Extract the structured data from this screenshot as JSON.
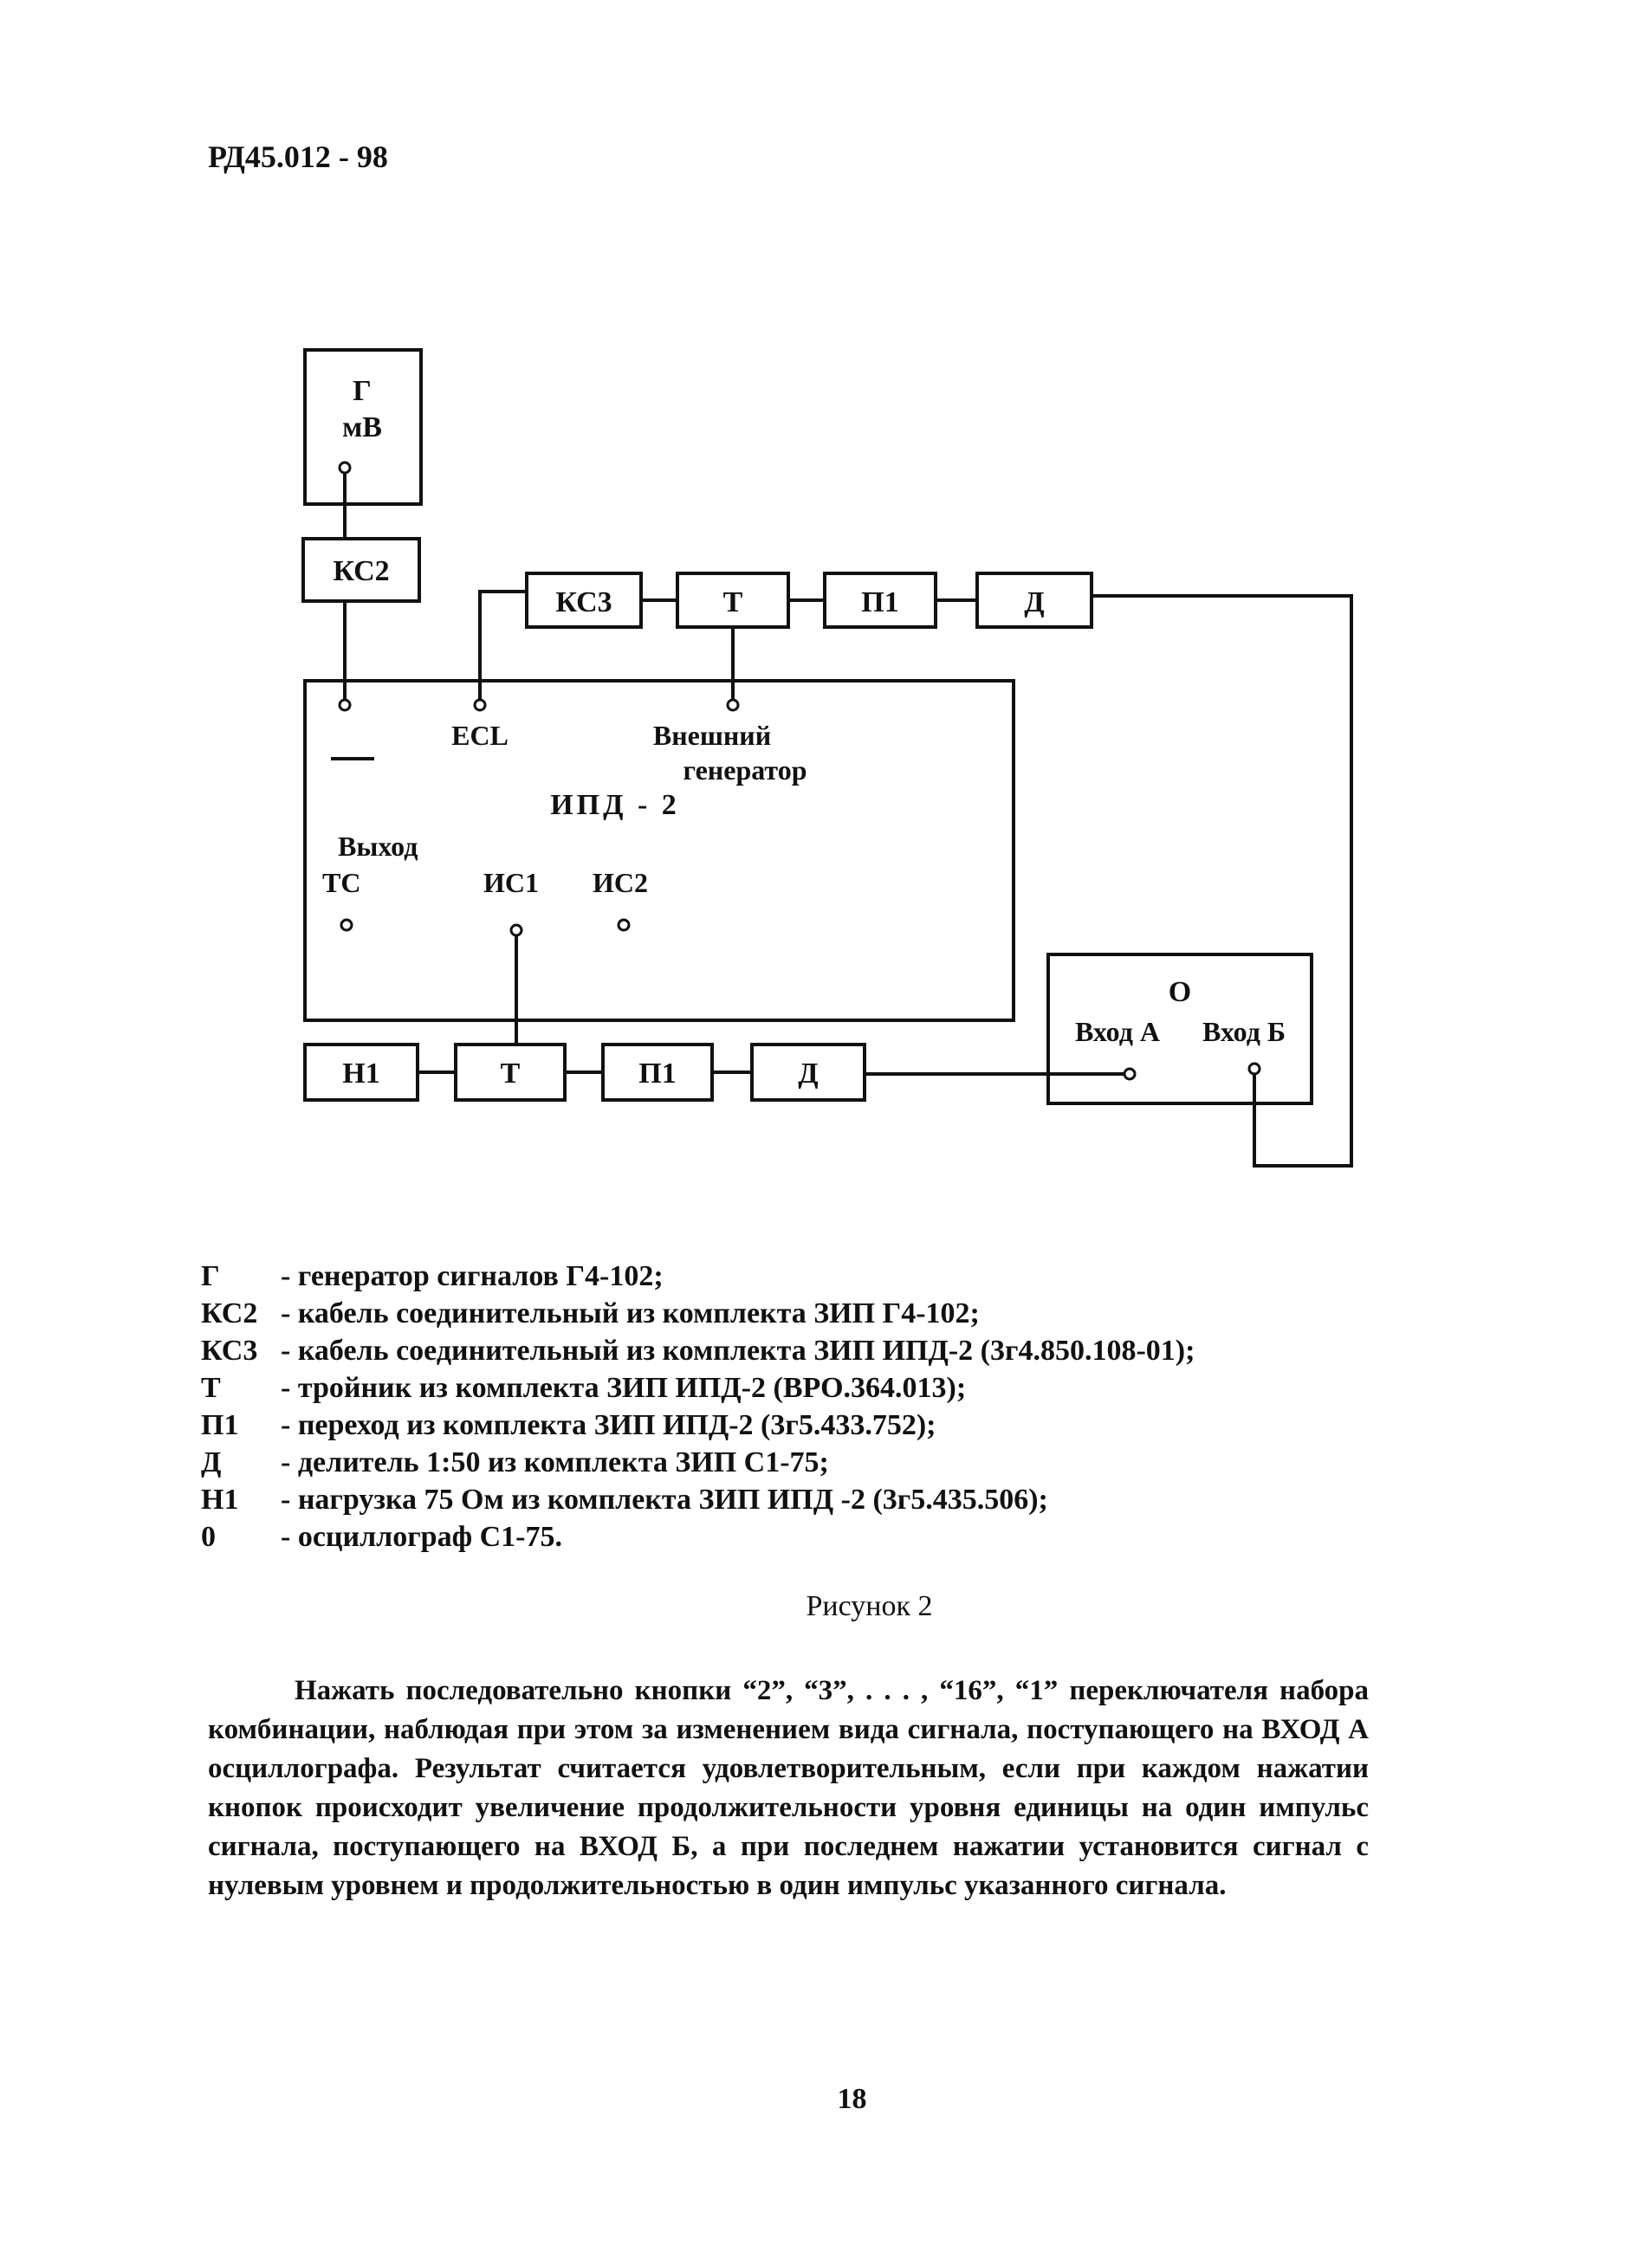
{
  "header": {
    "doc_code": "РД45.012 - 98"
  },
  "diagram": {
    "generator": {
      "line1": "Г",
      "line2": "мВ"
    },
    "ks2": "КС2",
    "ks3": "КС3",
    "top_tee": "Т",
    "top_p1": "П1",
    "top_d": "Д",
    "ipd": {
      "title": "ИПД - 2",
      "ecl": "ECL",
      "ext_gen_line1": "Внешний",
      "ext_gen_line2": "генератор",
      "out_line1": "Выход",
      "out_line2": "ТС",
      "is1": "ИС1",
      "is2": "ИС2"
    },
    "n1": "Н1",
    "bottom_tee": "Т",
    "bottom_p1": "П1",
    "bottom_d": "Д",
    "oscilloscope": {
      "label": "О",
      "input_a": "Вход А",
      "input_b": "Вход Б"
    }
  },
  "legend": [
    {
      "sym": "Г",
      "text": "- генератор сигналов Г4-102;"
    },
    {
      "sym": "КС2",
      "text": "- кабель соединительный из комплекта ЗИП Г4-102;"
    },
    {
      "sym": "КС3",
      "text": "- кабель соединительный из комплекта ЗИП ИПД-2 (3г4.850.108-01);"
    },
    {
      "sym": "Т",
      "text": "- тройник из комплекта ЗИП ИПД-2 (ВРО.364.013);"
    },
    {
      "sym": "П1",
      "text": "- переход из комплекта ЗИП ИПД-2 (3г5.433.752);"
    },
    {
      "sym": "Д",
      "text": "- делитель 1:50 из комплекта ЗИП С1-75;"
    },
    {
      "sym": "Н1",
      "text": "- нагрузка 75 Ом из комплекта ЗИП ИПД -2 (3г5.435.506);"
    },
    {
      "sym": "0",
      "text": "- осциллограф С1-75."
    }
  ],
  "caption": "Рисунок 2",
  "paragraph": "Нажать последовательно кнопки “2”, “3”, . . . , “16”, “1” переключателя набора комбинации, наблюдая при этом за изменением вида сигнала, поступающего на ВХОД А осциллографа. Результат считается удовлетворительным, если при каждом нажатии кнопок происходит увеличение продолжительности уровня единицы на один импульс сигнала, поступающего на ВХОД Б, а при последнем нажатии установится сигнал с нулевым уровнем и продолжительностью в один импульс указанного сигнала.",
  "page_number": "18"
}
